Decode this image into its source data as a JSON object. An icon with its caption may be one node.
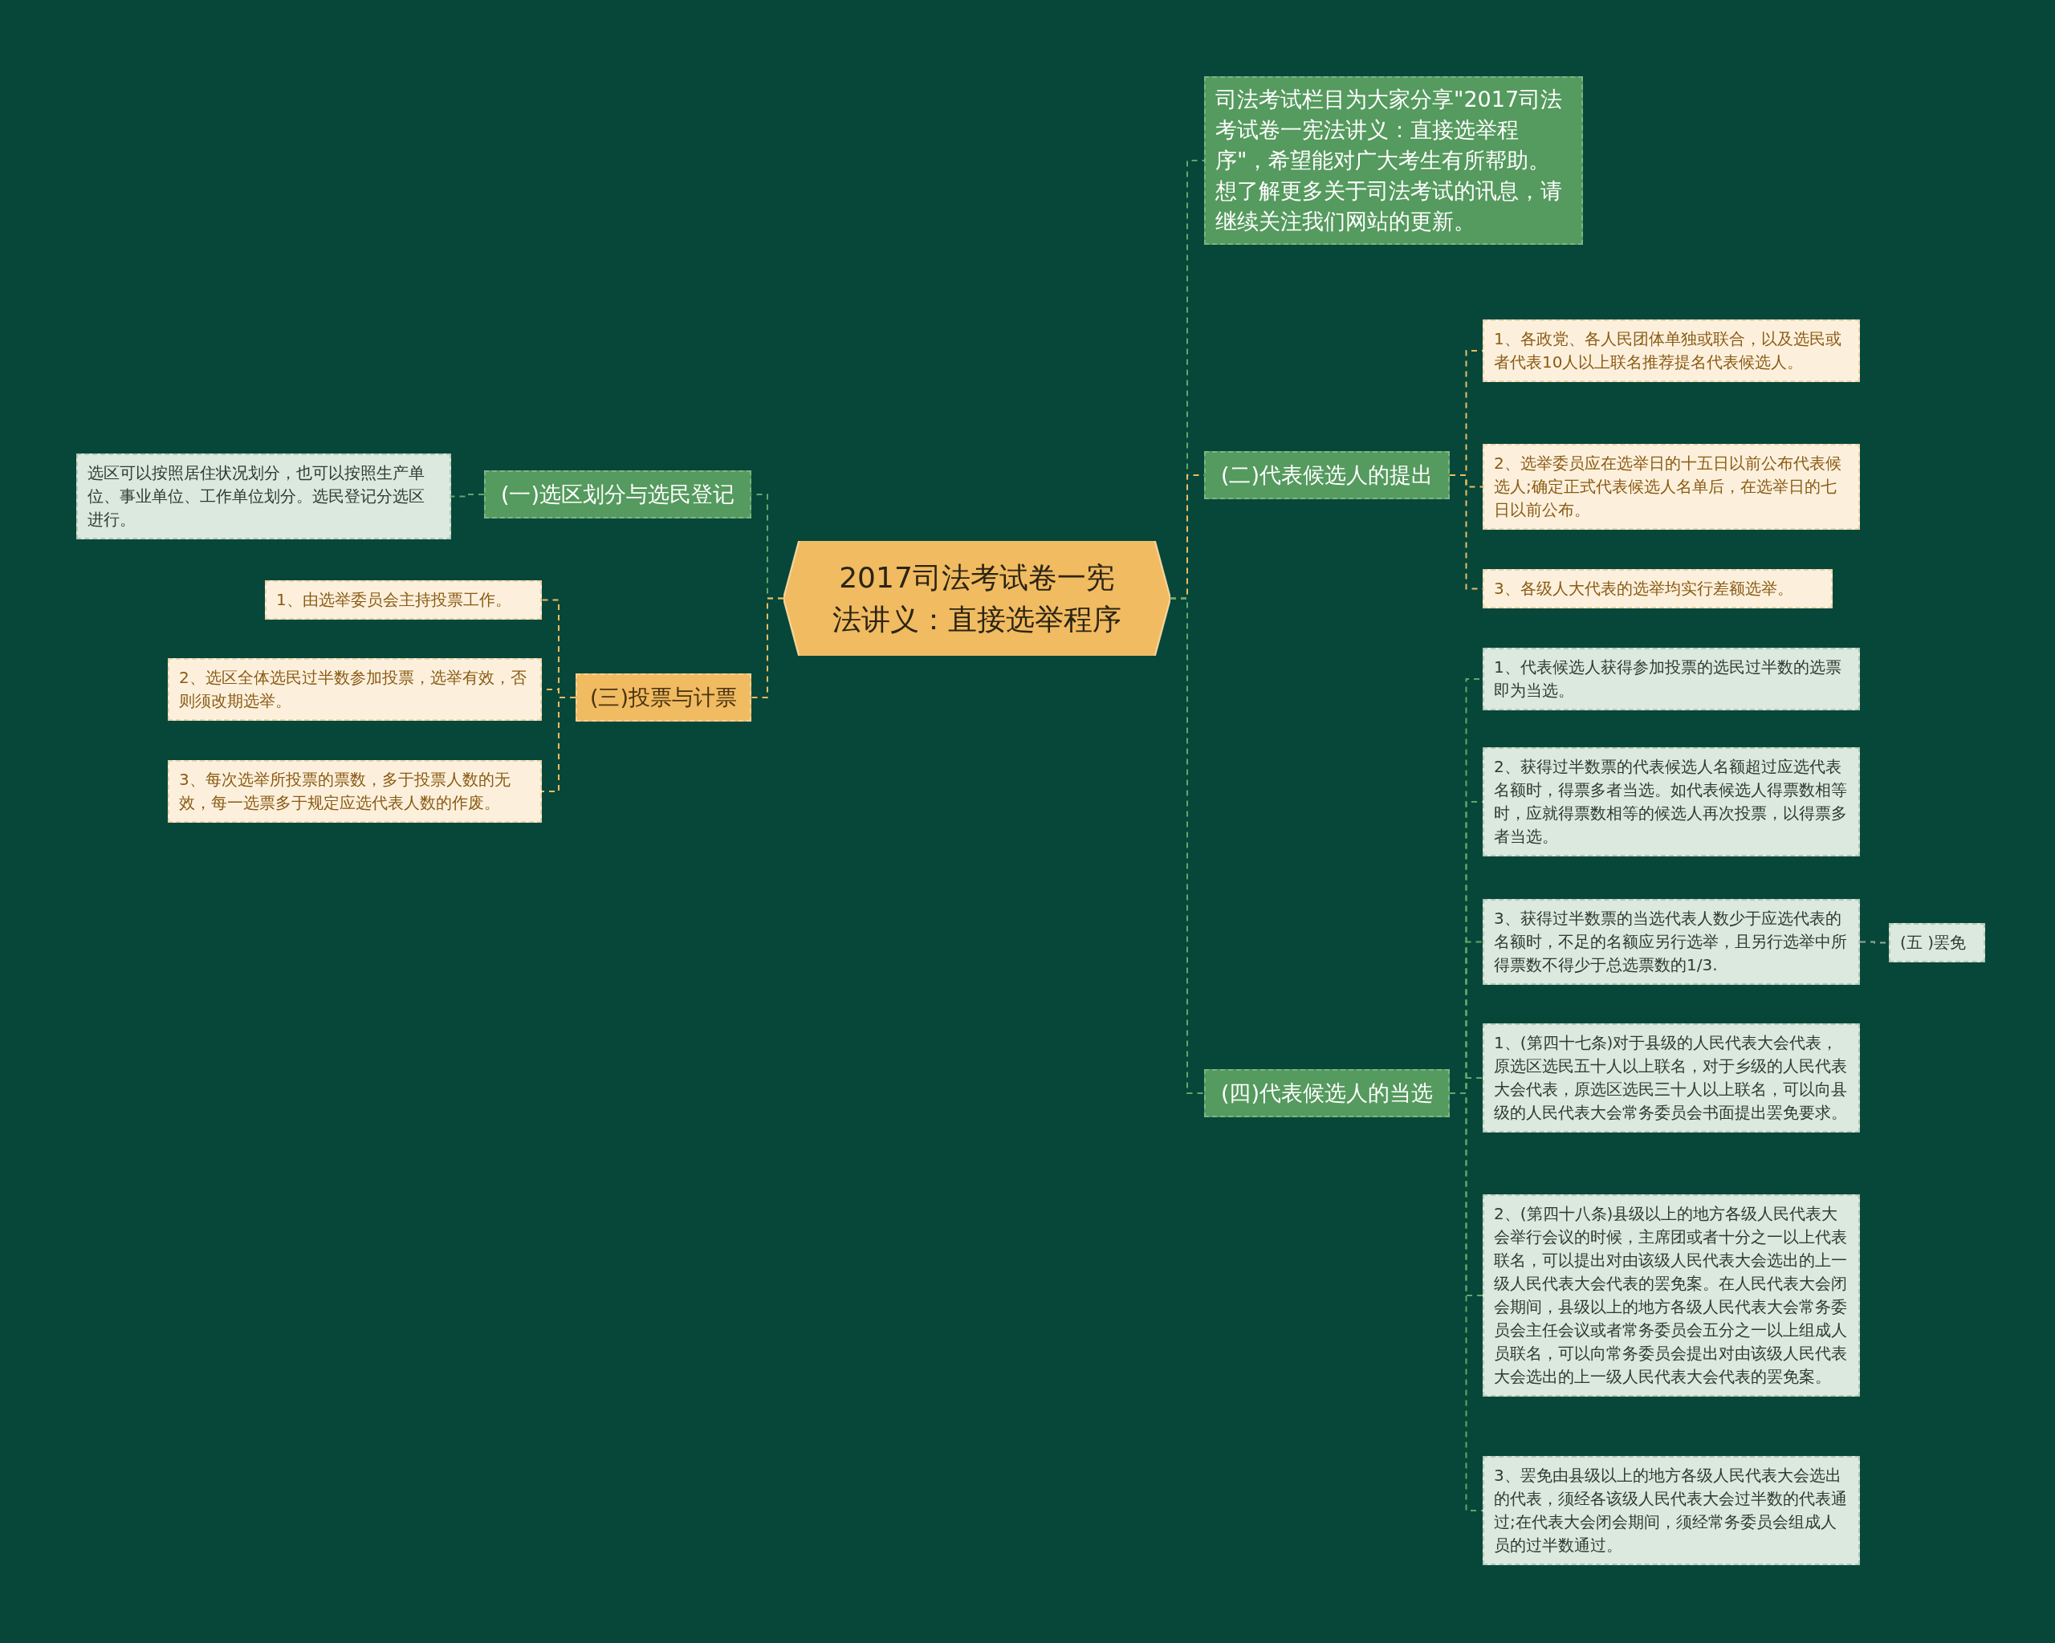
{
  "diagram": {
    "nodes": [
      {
        "text": [
          "2017司法考试卷一宪法讲义：直接选举程序"
        ]
      },
      {
        "text": [
          "司法考试栏目为大家分享\"2017司法考试卷一宪法讲义：直接选举程序\"，希望能对广大考生有所帮助。想了解更多关于司法考试的讯息，请继续关注我们网站的更新。"
        ]
      },
      {
        "text": [
          "(二)代表候选人的提出"
        ]
      },
      {
        "text": [
          "1、各政党、各人民团体单独或联合，以及选民或者代表10人以上联名推荐提名代表候选人。"
        ]
      },
      {
        "text": [
          "2、选举委员应在选举日的十五日以前公布代表候选人;确定正式代表候选人名单后，在选举日的七日以前公布。"
        ]
      },
      {
        "text": [
          "3、各级人大代表的选举均实行差额选举。"
        ]
      },
      {
        "text": [
          "(四)代表候选人的当选"
        ]
      },
      {
        "text": [
          "1、代表候选人获得参加投票的选民过半数的选票即为当选。"
        ]
      },
      {
        "text": [
          "2、获得过半数票的代表候选人名额超过应选代表名额时，得票多者当选。如代表候选人得票数相等时，应就得票数相等的候选人再次投票，以得票多者当选。"
        ]
      },
      {
        "text": [
          "3、获得过半数票的当选代表人数少于应选代表的名额时，不足的名额应另行选举，且另行选举中所得票数不得少于总选票数的1/3."
        ]
      },
      {
        "text": [
          "(五 )罢免"
        ]
      },
      {
        "text": [
          "1、(第四十七条)对于县级的人民代表大会代表，原选区选民五十人以上联名，对于乡级的人民代表大会代表，原选区选民三十人以上联名，可以向县级的人民代表大会常务委员会书面提出罢免要求。"
        ]
      },
      {
        "text": [
          "2、(第四十八条)县级以上的地方各级人民代表大会举行会议的时候，主席团或者十分之一以上代表联名，可以提出对由该级人民代表大会选出的上一级人民代表大会代表的罢免案。在人民代表大会闭会期间，县级以上的地方各级人民代表大会常务委员会主任会议或者常务委员会五分之一以上组成人员联名，可以向常务委员会提出对由该级人民代表大会选出的上一级人民代表大会代表的罢免案。"
        ]
      },
      {
        "text": [
          "3、罢免由县级以上的地方各级人民代表大会选出的代表，须经各该级人民代表大会过半数的代表通过;在代表大会闭会期间，须经常务委员会组成人员的过半数通过。"
        ]
      },
      {
        "text": [
          "(一)选区划分与选民登记"
        ]
      },
      {
        "text": [
          "选区可以按照居住状况划分，也可以按照生产单位、事业单位、工作单位划分。选民登记分选区进行。"
        ]
      },
      {
        "text": [
          "(三)投票与计票"
        ]
      },
      {
        "text": [
          "1、由选举委员会主持投票工作。"
        ]
      },
      {
        "text": [
          "2、选区全体选民过半数参加投票，选举有效，否则须改期选举。"
        ]
      },
      {
        "text": [
          "3、每次选举所投票的票数，多于投票人数的无效，每一选票多于规定应选代表人数的作废。"
        ]
      }
    ],
    "edges": [
      {
        "from": 0,
        "to": 1,
        "arrow": "none",
        "style": "dashed"
      },
      {
        "from": 0,
        "to": 2,
        "arrow": "none",
        "style": "dashed",
        "color": "#f0bb61"
      },
      {
        "from": 2,
        "to": 3,
        "arrow": "none",
        "style": "dashed",
        "color": "#f0bb61"
      },
      {
        "from": 2,
        "to": 4,
        "arrow": "none",
        "style": "dashed",
        "color": "#f0bb61"
      },
      {
        "from": 2,
        "to": 5,
        "arrow": "none",
        "style": "dashed",
        "color": "#f0bb61"
      },
      {
        "from": 0,
        "to": 6,
        "arrow": "none",
        "style": "dashed"
      },
      {
        "from": 6,
        "to": 7,
        "arrow": "none",
        "style": "dashed"
      },
      {
        "from": 6,
        "to": 8,
        "arrow": "none",
        "style": "dashed"
      },
      {
        "from": 6,
        "to": 9,
        "arrow": "none",
        "style": "dashed"
      },
      {
        "from": 9,
        "to": 10,
        "arrow": "none",
        "style": "dashed",
        "color": "#9aa79c"
      },
      {
        "from": 6,
        "to": 11,
        "arrow": "none",
        "style": "dashed"
      },
      {
        "from": 6,
        "to": 12,
        "arrow": "none",
        "style": "dashed"
      },
      {
        "from": 6,
        "to": 13,
        "arrow": "none",
        "style": "dashed"
      },
      {
        "from": 0,
        "to": 14,
        "arrow": "none",
        "style": "dashed"
      },
      {
        "from": 14,
        "to": 15,
        "arrow": "none",
        "style": "dashed"
      },
      {
        "from": 0,
        "to": 16,
        "arrow": "none",
        "style": "dashed",
        "color": "#f0bb61"
      },
      {
        "from": 16,
        "to": 17,
        "arrow": "none",
        "style": "dashed",
        "color": "#f0bb61"
      },
      {
        "from": 16,
        "to": 18,
        "arrow": "none",
        "style": "dashed",
        "color": "#f0bb61"
      },
      {
        "from": 16,
        "to": 19,
        "arrow": "none",
        "style": "dashed",
        "color": "#f0bb61"
      }
    ]
  }
}
